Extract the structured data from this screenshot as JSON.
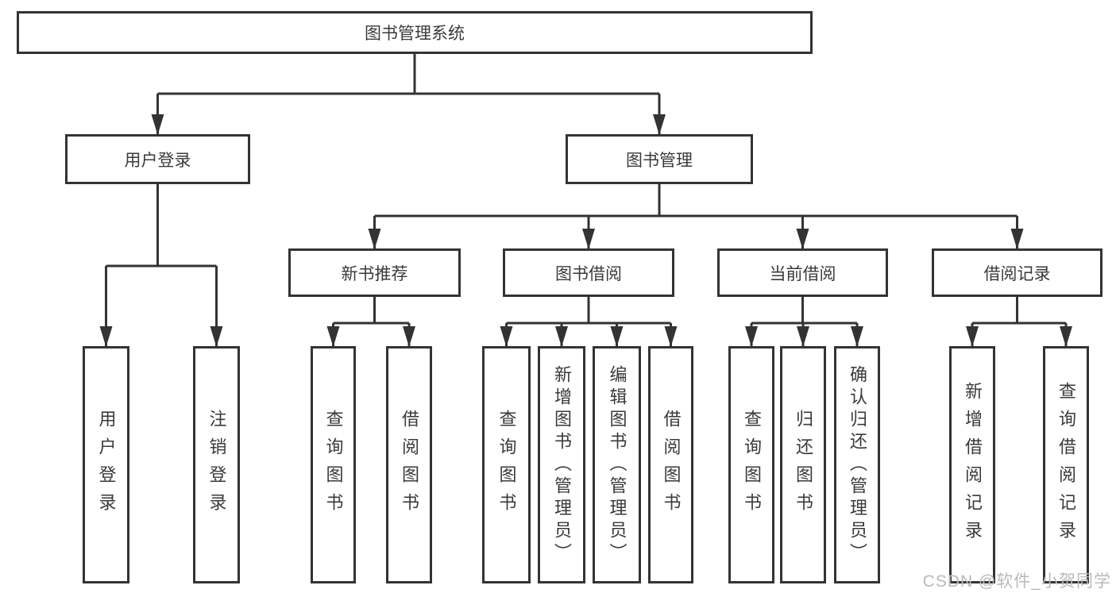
{
  "tree": {
    "label": "图书管理系统",
    "children": [
      {
        "label": "用户登录",
        "children": [
          {
            "label": "用户登录"
          },
          {
            "label": "注销登录"
          }
        ]
      },
      {
        "label": "图书管理",
        "children": [
          {
            "label": "新书推荐",
            "children": [
              {
                "label": "查询图书"
              },
              {
                "label": "借阅图书"
              }
            ]
          },
          {
            "label": "图书借阅",
            "children": [
              {
                "label": "查询图书"
              },
              {
                "label": "新增图书（管理员）"
              },
              {
                "label": "编辑图书（管理员）"
              },
              {
                "label": "借阅图书"
              }
            ]
          },
          {
            "label": "当前借阅",
            "children": [
              {
                "label": "查询图书"
              },
              {
                "label": "归还图书"
              },
              {
                "label": "确认归还（管理员）"
              }
            ]
          },
          {
            "label": "借阅记录",
            "children": [
              {
                "label": "新增借阅记录"
              },
              {
                "label": "查询借阅记录"
              }
            ]
          }
        ]
      }
    ]
  },
  "watermark": "CSDN @软件_小贺同学",
  "colors": {
    "line": "#333333",
    "border": "#333333",
    "text": "#3a3a3a",
    "watermark": "#b9b9b9",
    "background": "#ffffff"
  }
}
